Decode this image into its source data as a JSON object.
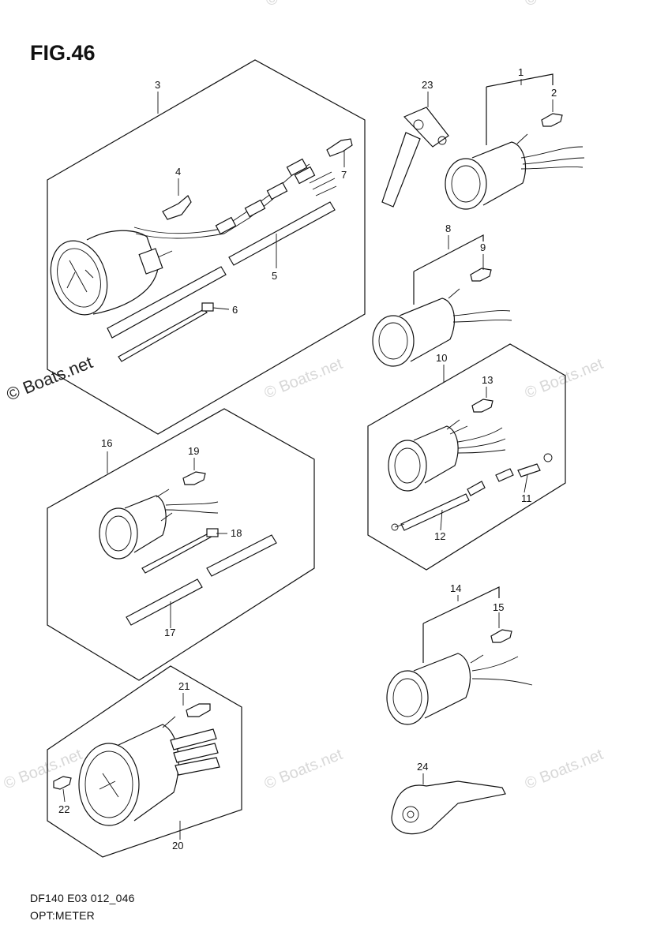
{
  "figure": {
    "title": "FIG.46"
  },
  "footer": {
    "code": "DF140 E03 012_046",
    "name": "OPT:METER"
  },
  "watermarks": {
    "primary": "© Boats.net",
    "faint": "© Boats.net"
  },
  "callouts": {
    "c1": "1",
    "c2": "2",
    "c3": "3",
    "c4": "4",
    "c5": "5",
    "c6": "6",
    "c7": "7",
    "c8": "8",
    "c9": "9",
    "c10": "10",
    "c11": "11",
    "c12": "12",
    "c13": "13",
    "c14": "14",
    "c15": "15",
    "c16": "16",
    "c17": "17",
    "c18": "18",
    "c19": "19",
    "c20": "20",
    "c21": "21",
    "c22": "22",
    "c23": "23",
    "c24": "24"
  }
}
